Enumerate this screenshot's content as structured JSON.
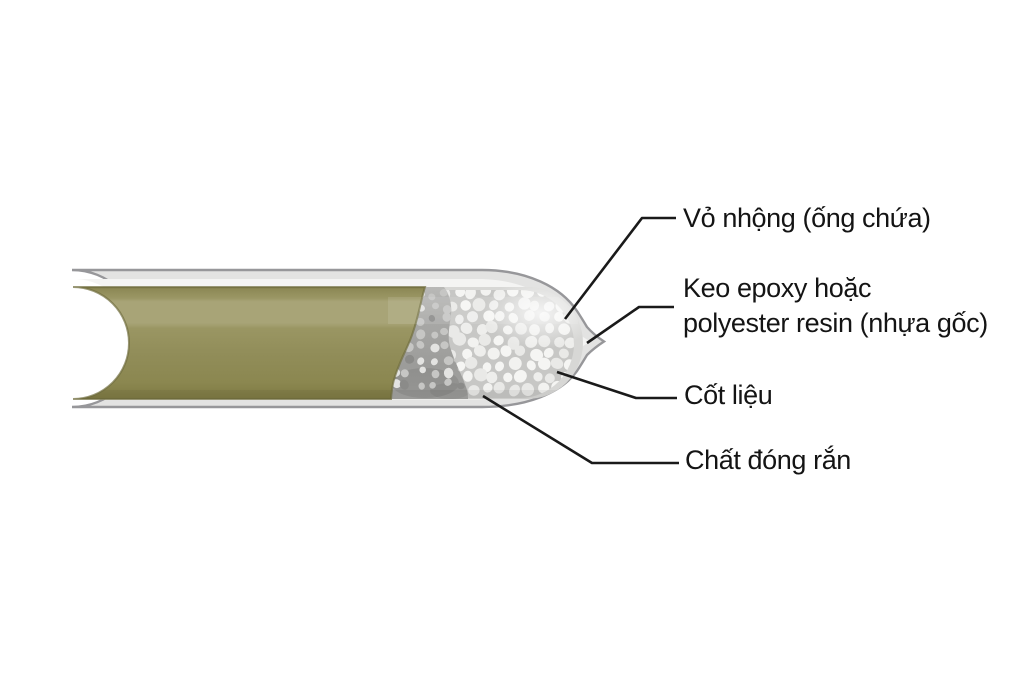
{
  "labels": [
    {
      "id": "shell",
      "text": "Vỏ nhộng (ống chứa)"
    },
    {
      "id": "resin",
      "text": "Keo epoxy hoặc\npolyester resin (nhựa gốc)"
    },
    {
      "id": "aggregate",
      "text": "Cốt liệu"
    },
    {
      "id": "hardener",
      "text": "Chất đóng rắn"
    }
  ],
  "colors": {
    "background": "#ffffff",
    "shell_gray": "#e3e3e2",
    "shell_outline": "#97979a",
    "inner_wall_white": "#f4f4f3",
    "content_gray": "#d7d7d5",
    "aggregate_matrix": "#c7c7c5",
    "pebble_white": "#f2f2f0",
    "hardener_gray": "#a2a2a0",
    "resin_olive": "#94905c",
    "resin_rim": "#716d3e",
    "leader_line": "#1a1a1a",
    "label_text": "#141414"
  }
}
